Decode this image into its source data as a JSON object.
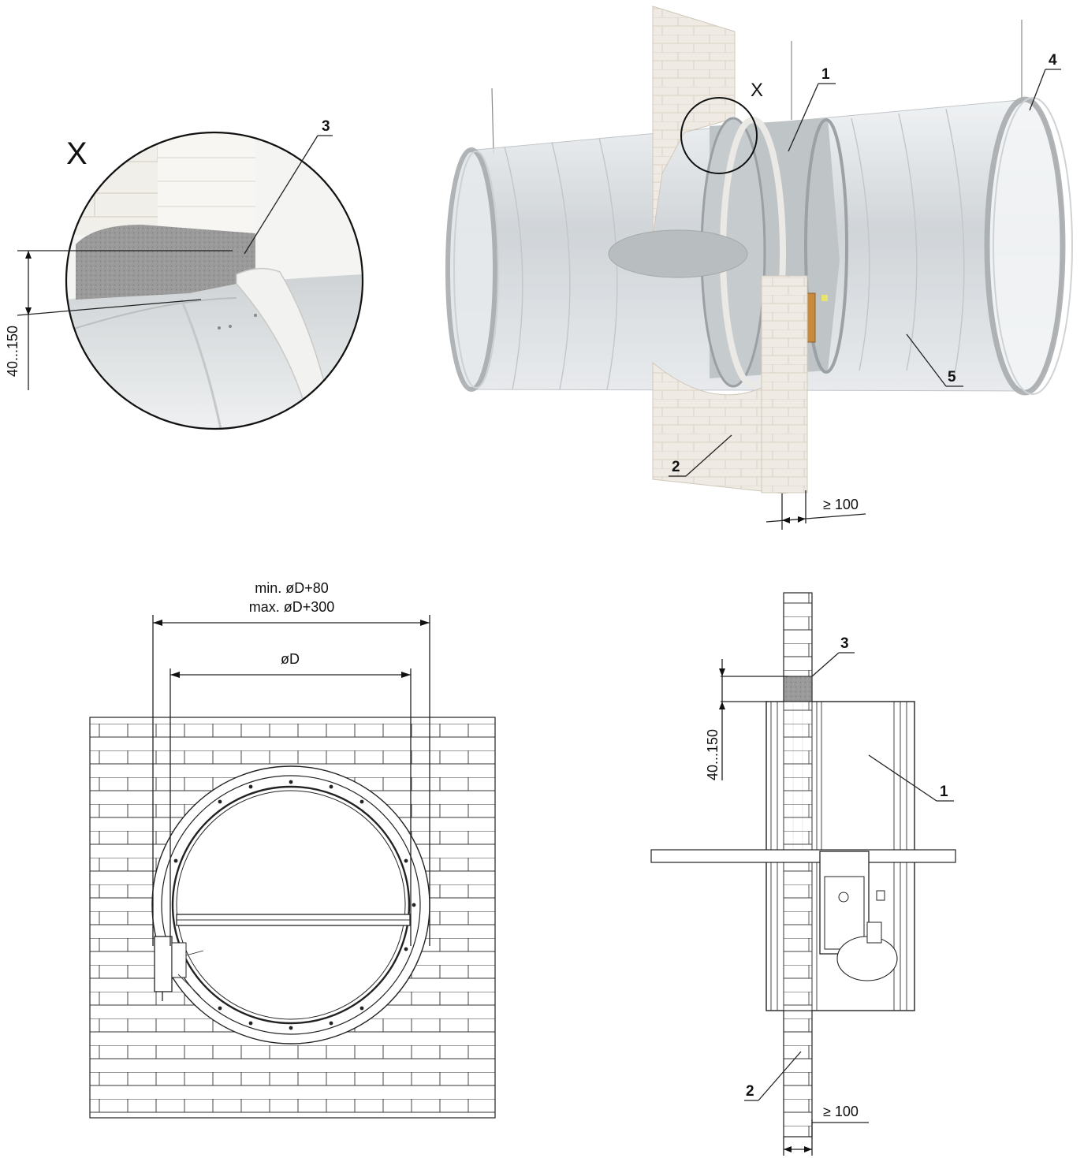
{
  "detail_view": {
    "callout_letter": "X",
    "label_3": "3",
    "range_dim": "40...150"
  },
  "iso_view": {
    "callout_letter": "X",
    "label_1": "1",
    "label_2": "2",
    "label_4": "4",
    "label_5": "5",
    "wall_dim": "≥ 100"
  },
  "front_view": {
    "dim_min": "min. øD+80",
    "dim_max": "max. øD+300",
    "dim_d": "øD"
  },
  "side_view": {
    "label_1": "1",
    "label_2": "2",
    "label_3": "3",
    "range_dim": "40...150",
    "wall_dim": "≥ 100"
  },
  "colors": {
    "duct_fill": "#d7dbde",
    "wall_fill": "#efebe4",
    "sealant": "#9c9c9c",
    "actuator": "#c98a3d"
  }
}
